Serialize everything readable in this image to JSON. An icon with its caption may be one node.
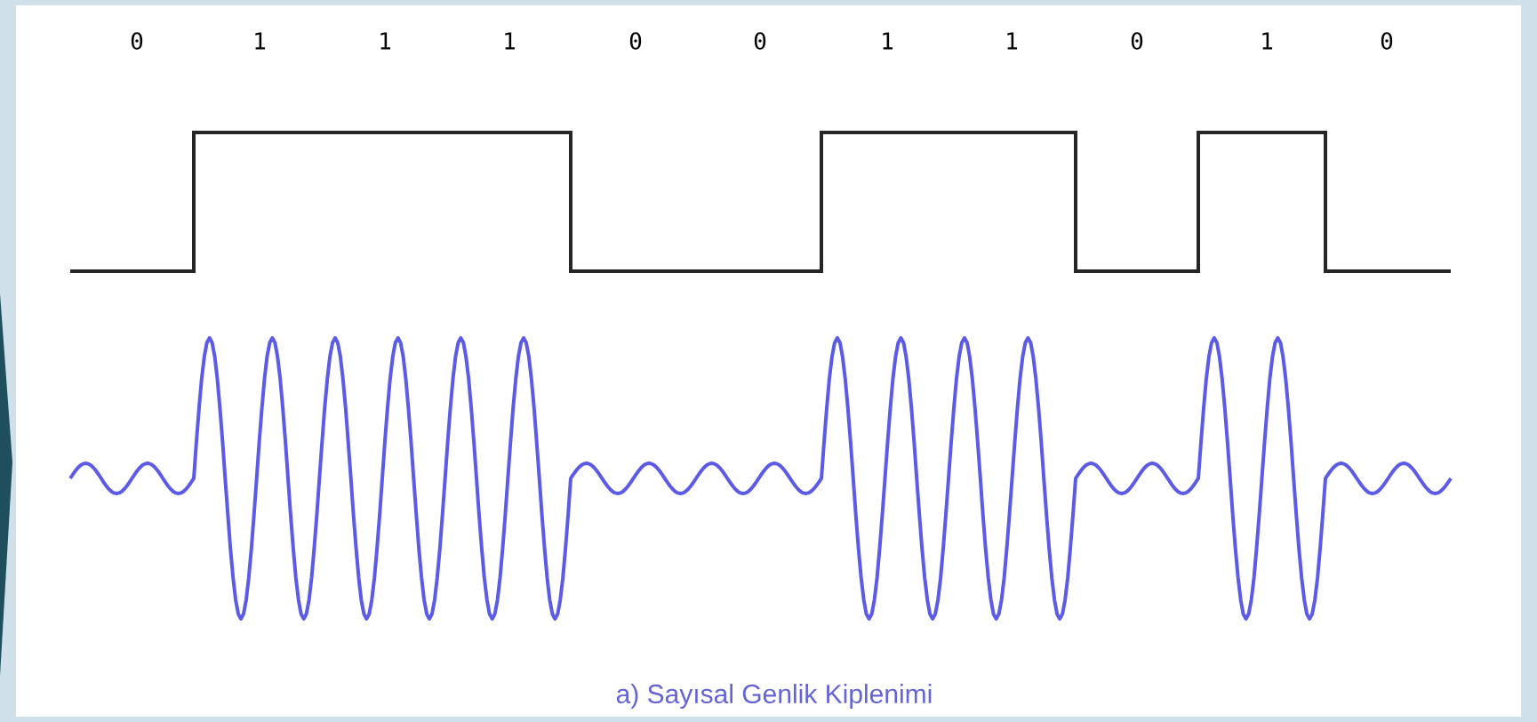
{
  "diagram": {
    "caption": "a) Sayısal Genlik Kiplenimi",
    "labels": [
      "0",
      "1",
      "1",
      "1",
      "0",
      "0",
      "1",
      "1",
      "0",
      "1",
      "0"
    ]
  }
}
